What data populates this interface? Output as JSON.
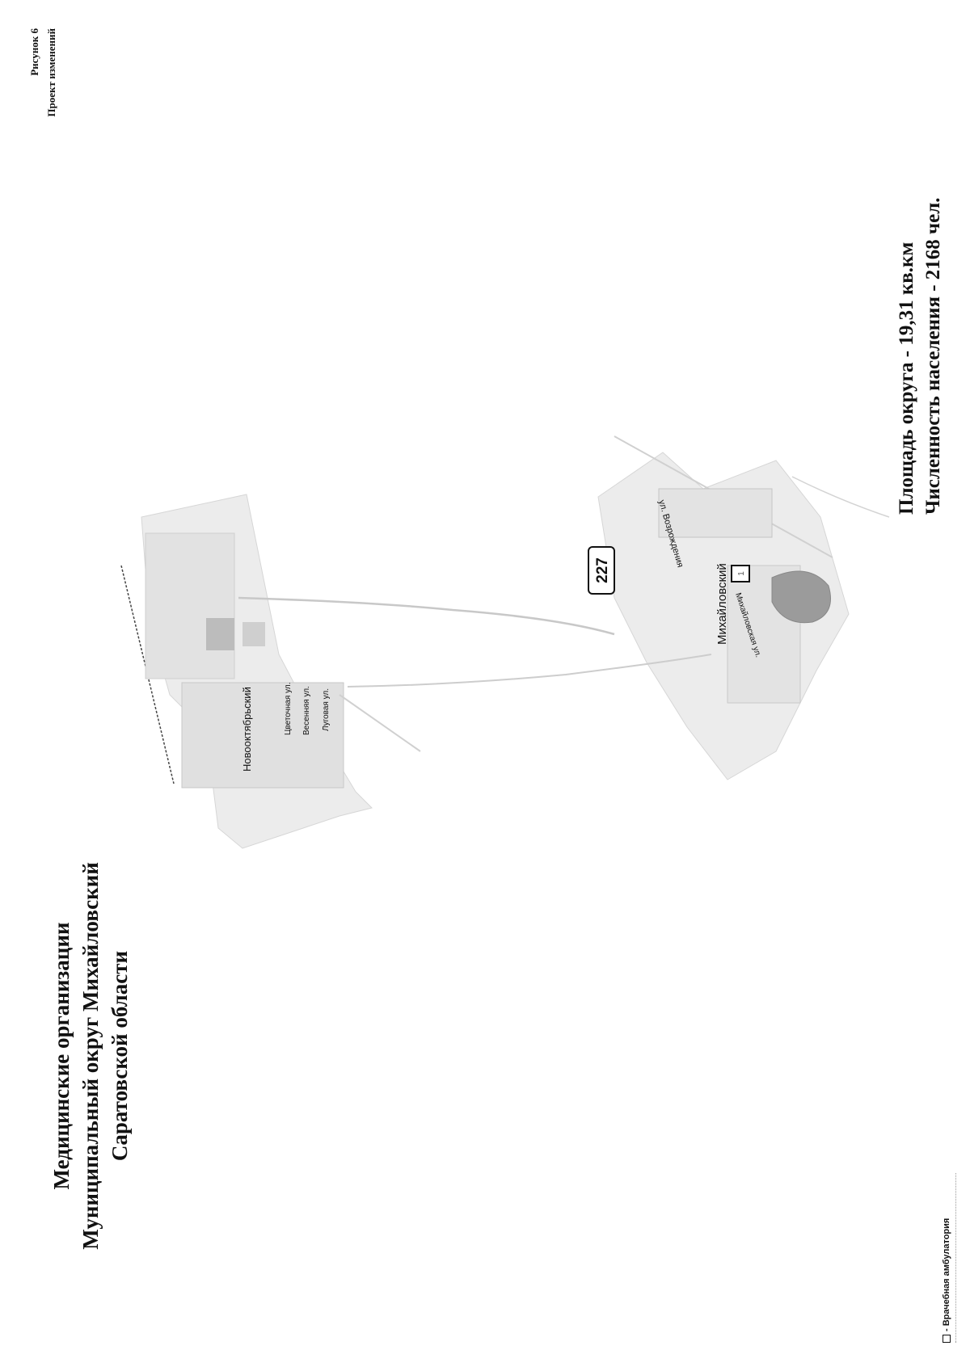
{
  "header": {
    "title_line1": "Медицинские организации",
    "title_line2": "Муниципальный округ Михайловский",
    "title_line3": "Саратовской области",
    "figure_label": "Рисунок 6",
    "project_label": "Проект изменений"
  },
  "stats": {
    "area": "Площадь  округа - 19,31 кв.км",
    "population": "Численность населения - 2168 чел."
  },
  "legend": {
    "clinic_label": "- Врачебная амбулатория"
  },
  "map": {
    "district_number": "227",
    "places": {
      "novooktyabrsky": "Новооктябрьский",
      "mikhaylovsky": "Михайловский"
    },
    "streets": {
      "tsvetochnaya": "Цветочная ул.",
      "vesennyaya": "Весенняя ул.",
      "lugovaya": "Луговая ул.",
      "vozrozhdenie": "ул. Возрождения",
      "mikhaylovskaya": "Михайловская ул."
    },
    "facility_marker": "1",
    "colors": {
      "land": "#e9e9e9",
      "road": "#c8c8c8",
      "building": "#b9b9b9",
      "water": "#9a9a9a",
      "text": "#111111"
    }
  }
}
